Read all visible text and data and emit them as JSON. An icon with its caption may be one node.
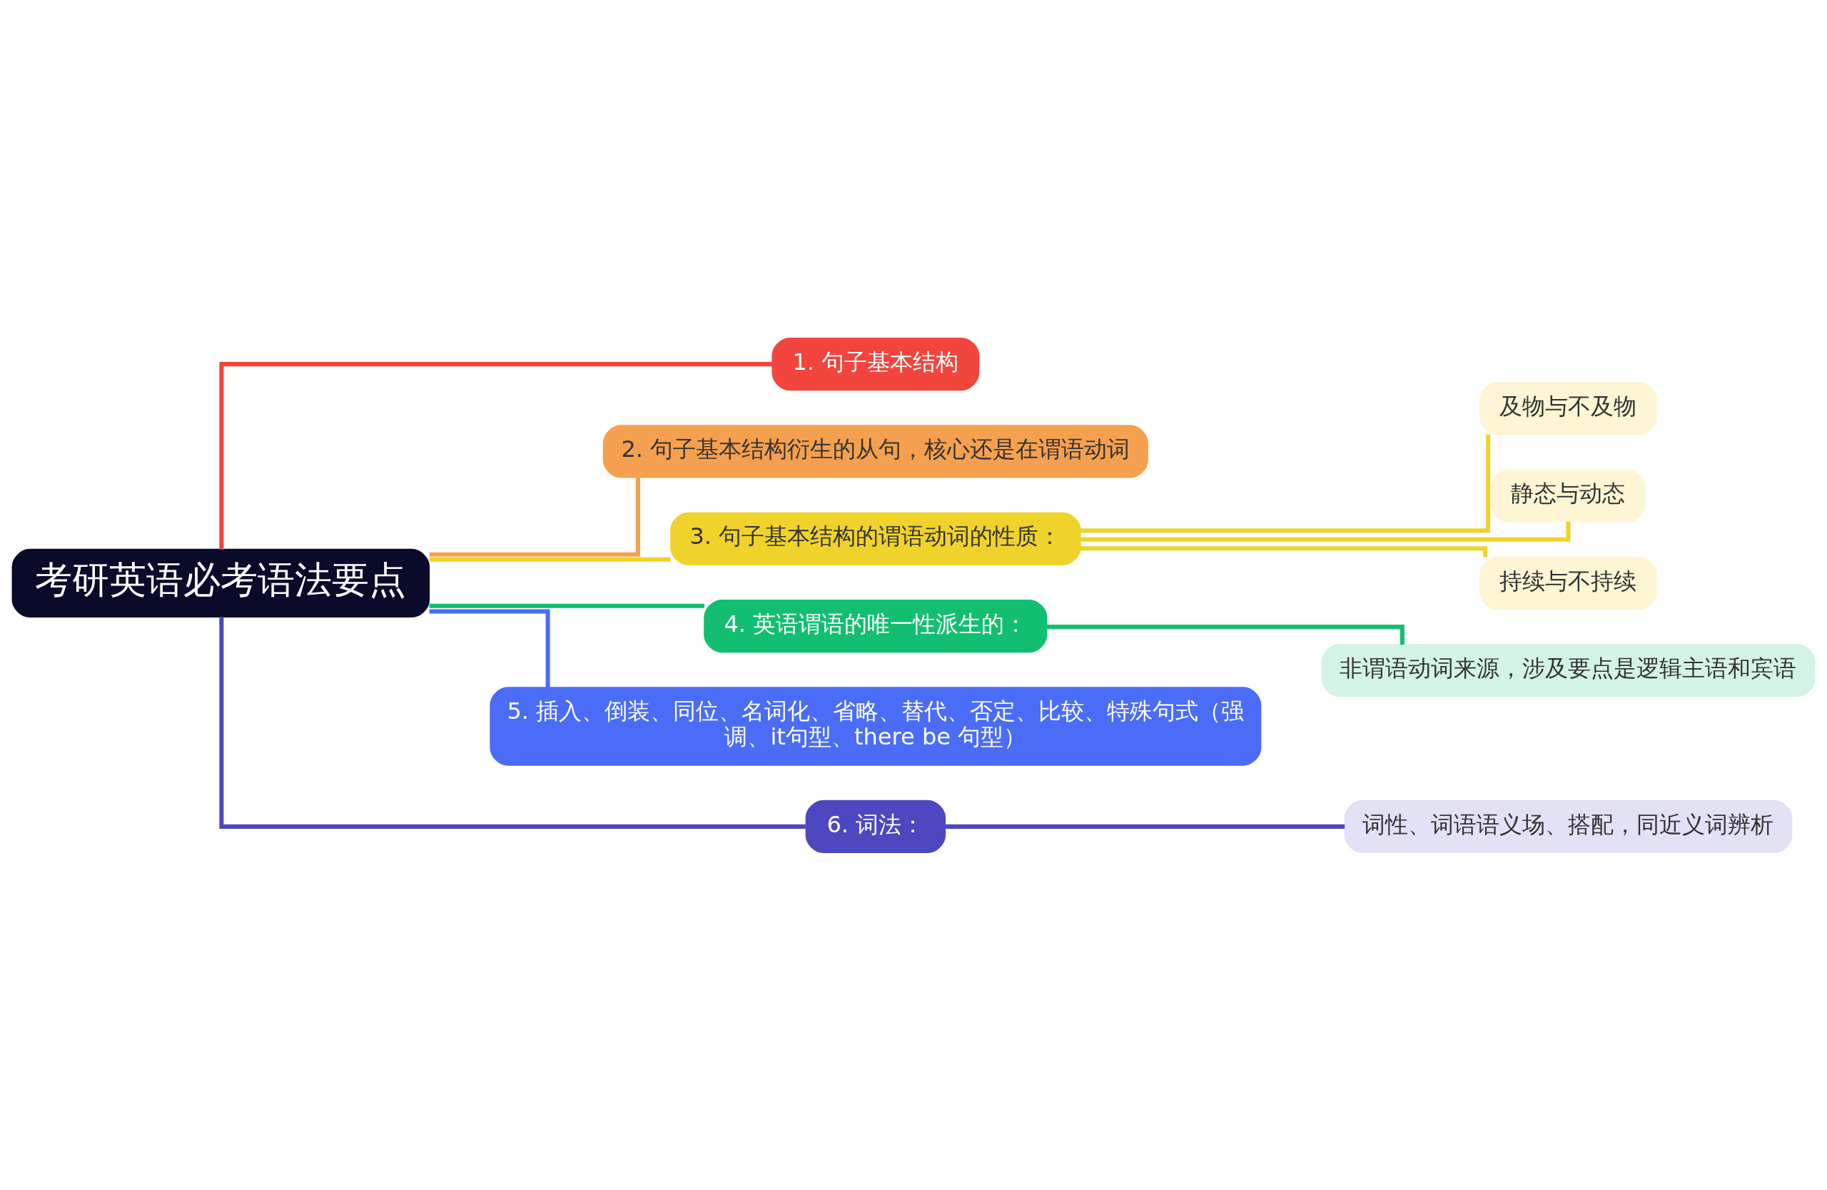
{
  "diagram": {
    "nodes": [
      {
        "text": [
          "考研英语必考语法要点"
        ]
      },
      {
        "text": [
          "1. 句子基本结构"
        ]
      },
      {
        "text": [
          "2. 句子基本结构衍生的从句，核心还是在谓语动词"
        ]
      },
      {
        "text": [
          "3. 句子基本结构的谓语动词的性质："
        ]
      },
      {
        "text": [
          "及物与不及物"
        ]
      },
      {
        "text": [
          "静态与动态"
        ]
      },
      {
        "text": [
          "持续与不持续"
        ]
      },
      {
        "text": [
          "4. 英语谓语的唯一性派生的："
        ]
      },
      {
        "text": [
          "非谓语动词来源，涉及要点是逻辑主语和宾语"
        ]
      },
      {
        "text": [
          "5. 插入、倒装、同位、名词化、省略、替代、否定、比较、特殊句式（强调、it句型、there be 句型）"
        ]
      },
      {
        "text": [
          "6. 词法："
        ]
      },
      {
        "text": [
          "词性、词语语义场、搭配，同近义词辨析"
        ]
      }
    ],
    "edges": [
      {
        "from": 0,
        "to": 1,
        "arrow": "none",
        "color": "#f2453d"
      },
      {
        "from": 0,
        "to": 2,
        "arrow": "none",
        "color": "#f5a04e"
      },
      {
        "from": 0,
        "to": 3,
        "arrow": "none",
        "color": "#f0d32a"
      },
      {
        "from": 3,
        "to": 4,
        "arrow": "none",
        "color": "#f0d32a"
      },
      {
        "from": 3,
        "to": 5,
        "arrow": "none",
        "color": "#f0d32a"
      },
      {
        "from": 3,
        "to": 6,
        "arrow": "none",
        "color": "#f0d32a"
      },
      {
        "from": 0,
        "to": 7,
        "arrow": "none",
        "color": "#12bf70"
      },
      {
        "from": 7,
        "to": 8,
        "arrow": "none",
        "color": "#12bf70"
      },
      {
        "from": 0,
        "to": 9,
        "arrow": "none",
        "color": "#4a6cf7"
      },
      {
        "from": 0,
        "to": 10,
        "arrow": "none",
        "color": "#4b48c0"
      },
      {
        "from": 10,
        "to": 11,
        "arrow": "none",
        "color": "#4b48c0"
      }
    ]
  }
}
